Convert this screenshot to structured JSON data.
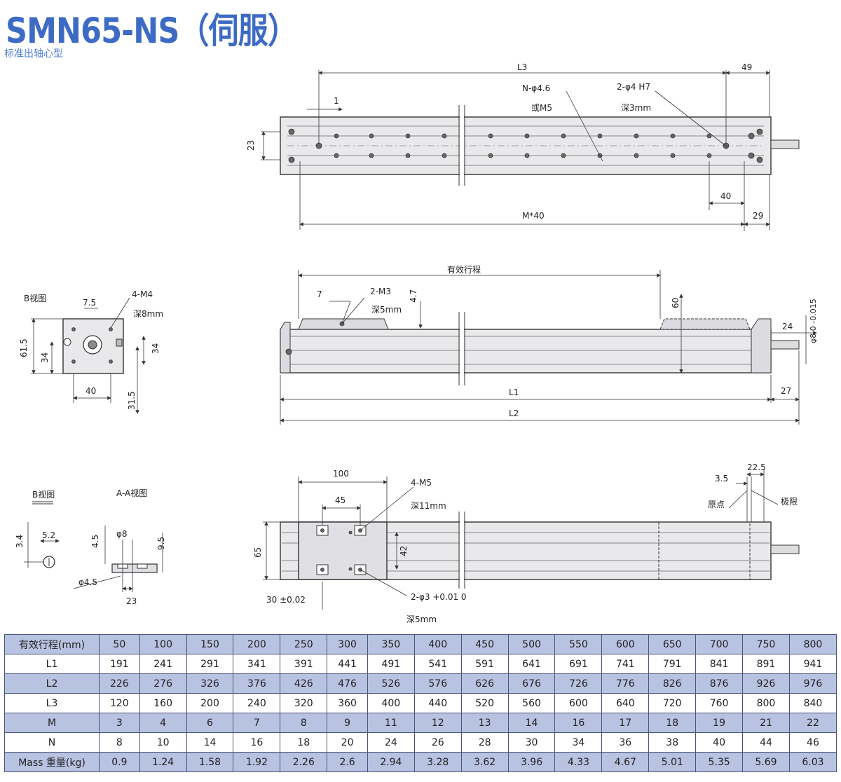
{
  "header": {
    "title": "SMN65-NS（伺服）",
    "subtitle": "标准出轴心型"
  },
  "top_view": {
    "labels": [
      "L3",
      "49",
      "1",
      "N-φ4.6",
      "或M5",
      "2-φ4  H7",
      "深3mm",
      "23",
      "40",
      "M*40",
      "29"
    ]
  },
  "side_view": {
    "labels": [
      "有效行程",
      "7",
      "2-M3",
      "深5mm",
      "4.7",
      "60",
      "24",
      "φ8 0 -0.015",
      "L1",
      "27",
      "L2"
    ]
  },
  "end_view_b": {
    "labels": [
      "B视图",
      "7.5",
      "4-M4",
      "深8mm",
      "61.5",
      "34",
      "34",
      "40",
      "31.5"
    ]
  },
  "bottom_view": {
    "labels": [
      "100",
      "4-M5",
      "深11mm",
      "45",
      "22.5",
      "3.5",
      "原点",
      "极限",
      "65",
      "42",
      "2-φ3 +0.01 0",
      "30 ±0.02",
      "深5mm"
    ]
  },
  "small_views": {
    "labels": [
      "B视图",
      "A-A视图",
      "3.4",
      "5.2",
      "4.5",
      "φ8",
      "9.5",
      "φ4.5",
      "23"
    ]
  },
  "colors": {
    "title": "#3d6bc4",
    "table_header_band": "#b8c2e1",
    "table_border": "#4a5578"
  },
  "table": {
    "headers": [
      "有效行程(mm)",
      "50",
      "100",
      "150",
      "200",
      "250",
      "300",
      "350",
      "400",
      "450",
      "500",
      "550",
      "600",
      "650",
      "700",
      "750",
      "800"
    ],
    "rows": [
      [
        "L1",
        "191",
        "241",
        "291",
        "341",
        "391",
        "441",
        "491",
        "541",
        "591",
        "641",
        "691",
        "741",
        "791",
        "841",
        "891",
        "941"
      ],
      [
        "L2",
        "226",
        "276",
        "326",
        "376",
        "426",
        "476",
        "526",
        "576",
        "626",
        "676",
        "726",
        "776",
        "826",
        "876",
        "926",
        "976"
      ],
      [
        "L3",
        "120",
        "160",
        "200",
        "240",
        "320",
        "360",
        "400",
        "440",
        "520",
        "560",
        "600",
        "640",
        "720",
        "760",
        "800",
        "840"
      ],
      [
        "M",
        "3",
        "4",
        "6",
        "7",
        "8",
        "9",
        "11",
        "12",
        "13",
        "14",
        "16",
        "17",
        "18",
        "19",
        "21",
        "22"
      ],
      [
        "N",
        "8",
        "10",
        "14",
        "16",
        "18",
        "20",
        "24",
        "26",
        "28",
        "30",
        "34",
        "36",
        "38",
        "40",
        "44",
        "46"
      ],
      [
        "Mass 重量(kg)",
        "0.9",
        "1.24",
        "1.58",
        "1.92",
        "2.26",
        "2.6",
        "2.94",
        "3.28",
        "3.62",
        "3.96",
        "4.33",
        "4.67",
        "5.01",
        "5.35",
        "5.69",
        "6.03"
      ]
    ]
  }
}
